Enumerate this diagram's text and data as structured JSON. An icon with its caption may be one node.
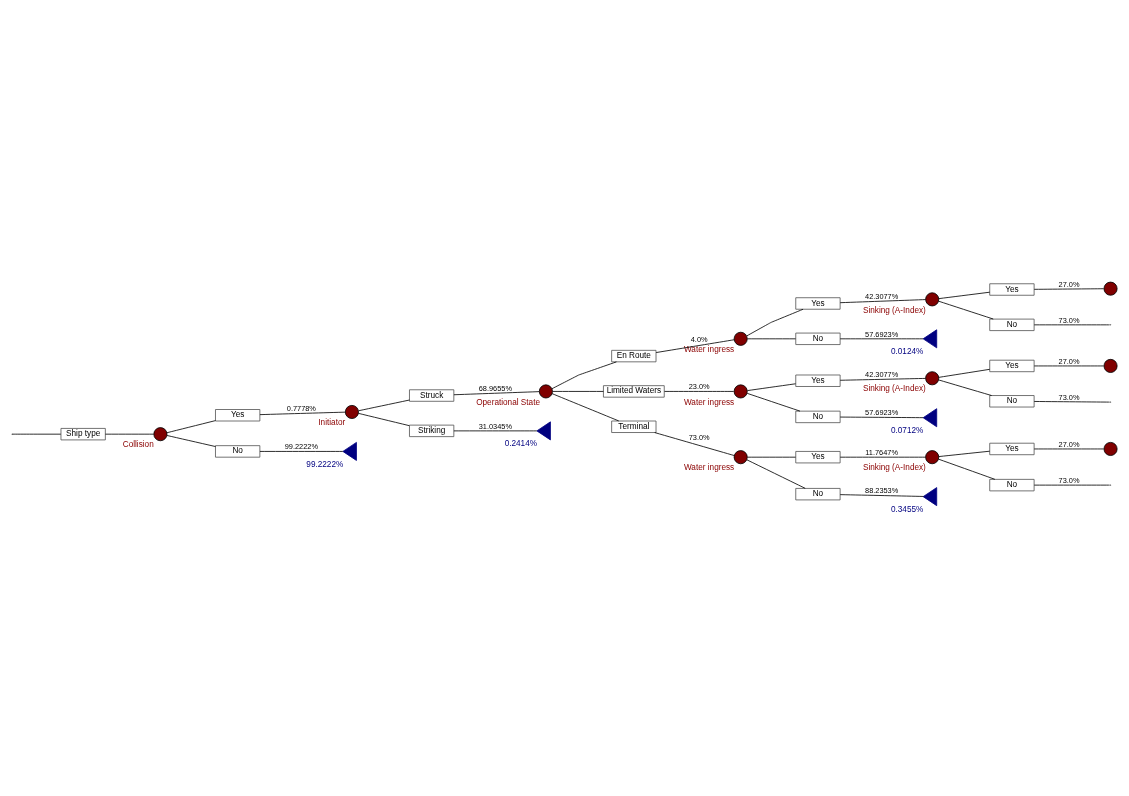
{
  "diagram": {
    "nodes": [
      {
        "text": [
          "Ship type"
        ]
      },
      {
        "text": [],
        "shape": "circle",
        "beside": [
          "Collision"
        ]
      },
      {
        "text": [
          "Yes"
        ]
      },
      {
        "text": [
          "No"
        ]
      },
      {
        "text": [],
        "shape": "circle",
        "beside": [
          "Initiator"
        ]
      },
      {
        "text": [],
        "shape": "triangle",
        "beside": [
          "99.2222%"
        ]
      },
      {
        "text": [
          "Struck"
        ]
      },
      {
        "text": [
          "Striking"
        ]
      },
      {
        "text": [],
        "shape": "circle",
        "beside": [
          "Operational State"
        ]
      },
      {
        "text": [],
        "shape": "triangle",
        "beside": [
          "0.2414%"
        ]
      },
      {
        "text": [
          "En Route"
        ]
      },
      {
        "text": [
          "Limited Waters"
        ]
      },
      {
        "text": [
          "Terminal"
        ]
      },
      {
        "text": [],
        "shape": "circle",
        "beside": [
          "Water ingress"
        ]
      },
      {
        "text": [
          "Yes"
        ]
      },
      {
        "text": [
          "No"
        ]
      },
      {
        "text": [],
        "shape": "circle",
        "beside": [
          "Sinking (A-Index)"
        ]
      },
      {
        "text": [],
        "shape": "triangle",
        "beside": [
          "0.0124%"
        ]
      },
      {
        "text": [
          "Yes"
        ]
      },
      {
        "text": [
          "No"
        ]
      },
      {
        "text": [],
        "shape": "circle"
      },
      {
        "text": [],
        "shape": "circle",
        "beside": [
          "Water ingress"
        ]
      },
      {
        "text": [
          "Yes"
        ]
      },
      {
        "text": [
          "No"
        ]
      },
      {
        "text": [],
        "shape": "circle",
        "beside": [
          "Sinking (A-Index)"
        ]
      },
      {
        "text": [],
        "shape": "triangle",
        "beside": [
          "0.0712%"
        ]
      },
      {
        "text": [
          "Yes"
        ]
      },
      {
        "text": [
          "No"
        ]
      },
      {
        "text": [],
        "shape": "circle"
      },
      {
        "text": [],
        "shape": "circle",
        "beside": [
          "Water ingress"
        ]
      },
      {
        "text": [
          "Yes"
        ]
      },
      {
        "text": [
          "No"
        ]
      },
      {
        "text": [],
        "shape": "circle",
        "beside": [
          "Sinking (A-Index)"
        ]
      },
      {
        "text": [],
        "shape": "triangle",
        "beside": [
          "0.3455%"
        ]
      },
      {
        "text": [
          "Yes"
        ]
      },
      {
        "text": [
          "No"
        ]
      },
      {
        "text": [],
        "shape": "circle"
      }
    ],
    "edges": [
      {
        "from": null,
        "to": 0,
        "arrow": "none"
      },
      {
        "from": 0,
        "to": 1,
        "arrow": "none"
      },
      {
        "from": 1,
        "to": 2,
        "arrow": "none"
      },
      {
        "from": 1,
        "to": 3,
        "arrow": "none"
      },
      {
        "from": 2,
        "to": 4,
        "arrow": "none",
        "label": "0.7778%"
      },
      {
        "from": 3,
        "to": 5,
        "arrow": "none",
        "label": "99.2222%"
      },
      {
        "from": 4,
        "to": 6,
        "arrow": "none"
      },
      {
        "from": 4,
        "to": 7,
        "arrow": "none"
      },
      {
        "from": 6,
        "to": 8,
        "arrow": "none",
        "label": "68.9655%"
      },
      {
        "from": 7,
        "to": 9,
        "arrow": "none",
        "label": "31.0345%"
      },
      {
        "from": 8,
        "to": 10,
        "arrow": "none"
      },
      {
        "from": 8,
        "to": 11,
        "arrow": "none"
      },
      {
        "from": 8,
        "to": 12,
        "arrow": "none"
      },
      {
        "from": 10,
        "to": 13,
        "arrow": "none",
        "label": "4.0%"
      },
      {
        "from": 11,
        "to": 21,
        "arrow": "none",
        "label": "23.0%"
      },
      {
        "from": 12,
        "to": 29,
        "arrow": "none",
        "label": "73.0%"
      },
      {
        "from": 13,
        "to": 14,
        "arrow": "none"
      },
      {
        "from": 13,
        "to": 15,
        "arrow": "none"
      },
      {
        "from": 14,
        "to": 16,
        "arrow": "none",
        "label": "42.3077%"
      },
      {
        "from": 15,
        "to": 17,
        "arrow": "none",
        "label": "57.6923%"
      },
      {
        "from": 16,
        "to": 18,
        "arrow": "none"
      },
      {
        "from": 16,
        "to": 19,
        "arrow": "none"
      },
      {
        "from": 18,
        "to": 20,
        "arrow": "none",
        "label": "27.0%"
      },
      {
        "from": 19,
        "to": null,
        "arrow": "none",
        "label": "73.0%"
      },
      {
        "from": 21,
        "to": 22,
        "arrow": "none"
      },
      {
        "from": 21,
        "to": 23,
        "arrow": "none"
      },
      {
        "from": 22,
        "to": 24,
        "arrow": "none",
        "label": "42.3077%"
      },
      {
        "from": 23,
        "to": 25,
        "arrow": "none",
        "label": "57.6923%"
      },
      {
        "from": 24,
        "to": 26,
        "arrow": "none"
      },
      {
        "from": 24,
        "to": 27,
        "arrow": "none"
      },
      {
        "from": 26,
        "to": 28,
        "arrow": "none",
        "label": "27.0%"
      },
      {
        "from": 27,
        "to": null,
        "arrow": "none",
        "label": "73.0%"
      },
      {
        "from": 29,
        "to": 30,
        "arrow": "none"
      },
      {
        "from": 29,
        "to": 31,
        "arrow": "none"
      },
      {
        "from": 30,
        "to": 32,
        "arrow": "none",
        "label": "11.7647%"
      },
      {
        "from": 31,
        "to": 33,
        "arrow": "none",
        "label": "88.2353%"
      },
      {
        "from": 32,
        "to": 34,
        "arrow": "none"
      },
      {
        "from": 32,
        "to": 35,
        "arrow": "none"
      },
      {
        "from": 34,
        "to": 36,
        "arrow": "none",
        "label": "27.0%"
      },
      {
        "from": 35,
        "to": null,
        "arrow": "none",
        "label": "73.0%"
      }
    ]
  }
}
